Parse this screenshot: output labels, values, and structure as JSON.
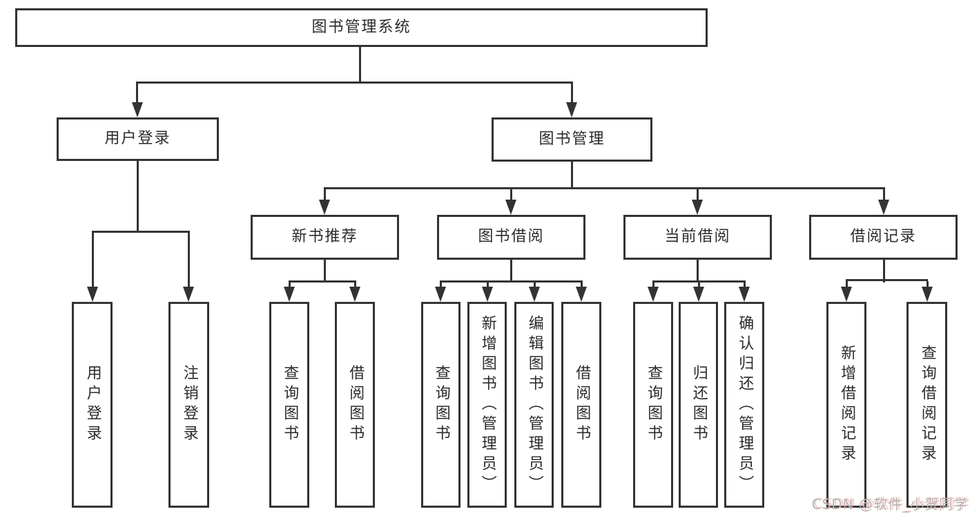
{
  "tree": {
    "root": {
      "label": "图书管理系统"
    },
    "level2": [
      {
        "label": "用户登录",
        "leaves": [
          {
            "label": "用户登录"
          },
          {
            "label": "注销登录"
          }
        ]
      },
      {
        "label": "图书管理",
        "modules": [
          {
            "label": "新书推荐",
            "leaves": [
              {
                "label": "查询图书"
              },
              {
                "label": "借阅图书"
              }
            ]
          },
          {
            "label": "图书借阅",
            "leaves": [
              {
                "label": "查询图书"
              },
              {
                "label": "新增图书（管理员）"
              },
              {
                "label": "编辑图书（管理员）"
              },
              {
                "label": "借阅图书"
              }
            ]
          },
          {
            "label": "当前借阅",
            "leaves": [
              {
                "label": "查询图书"
              },
              {
                "label": "归还图书"
              },
              {
                "label": "确认归还（管理员）"
              }
            ]
          },
          {
            "label": "借阅记录",
            "leaves": [
              {
                "label": "新增借阅记录"
              },
              {
                "label": "查询借阅记录"
              }
            ]
          }
        ]
      }
    ]
  },
  "watermark": {
    "text": "CSDN @软件_小贺同学"
  },
  "colors": {
    "line": "#333333",
    "box_border": "#333333",
    "text": "#2b2b2b",
    "watermark": "#b5b5b5",
    "background": "#ffffff"
  }
}
